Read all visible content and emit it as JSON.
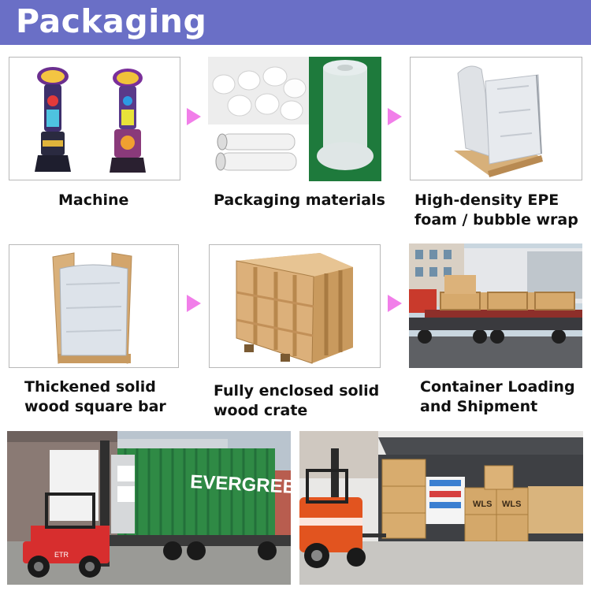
{
  "header": {
    "title": "Packaging"
  },
  "steps": [
    {
      "caption_lines": [
        "Machine"
      ]
    },
    {
      "caption_lines": [
        "Packaging materials"
      ]
    },
    {
      "caption_lines": [
        "High-density EPE",
        "foam / bubble wrap"
      ]
    },
    {
      "caption_lines": [
        "Thickened solid",
        "wood square bar"
      ]
    },
    {
      "caption_lines": [
        "Fully enclosed solid",
        "wood crate"
      ]
    },
    {
      "caption_lines": [
        "Container Loading",
        "and Shipment"
      ]
    }
  ],
  "photo_text": {
    "container_brand": "EVERGREEN",
    "box_label_a": "WLS",
    "box_label_b": "WLS",
    "forklift_text": "ETR"
  },
  "colors": {
    "header_bg": "#6a6fc6",
    "arrow": "#f17ee9",
    "container_green": "#2f8a45",
    "forklift_orange": "#e2541f",
    "forklift_red": "#d72e2e",
    "crate_wood": "#d9b07a"
  },
  "icons": [
    "arrow-right-icon"
  ]
}
